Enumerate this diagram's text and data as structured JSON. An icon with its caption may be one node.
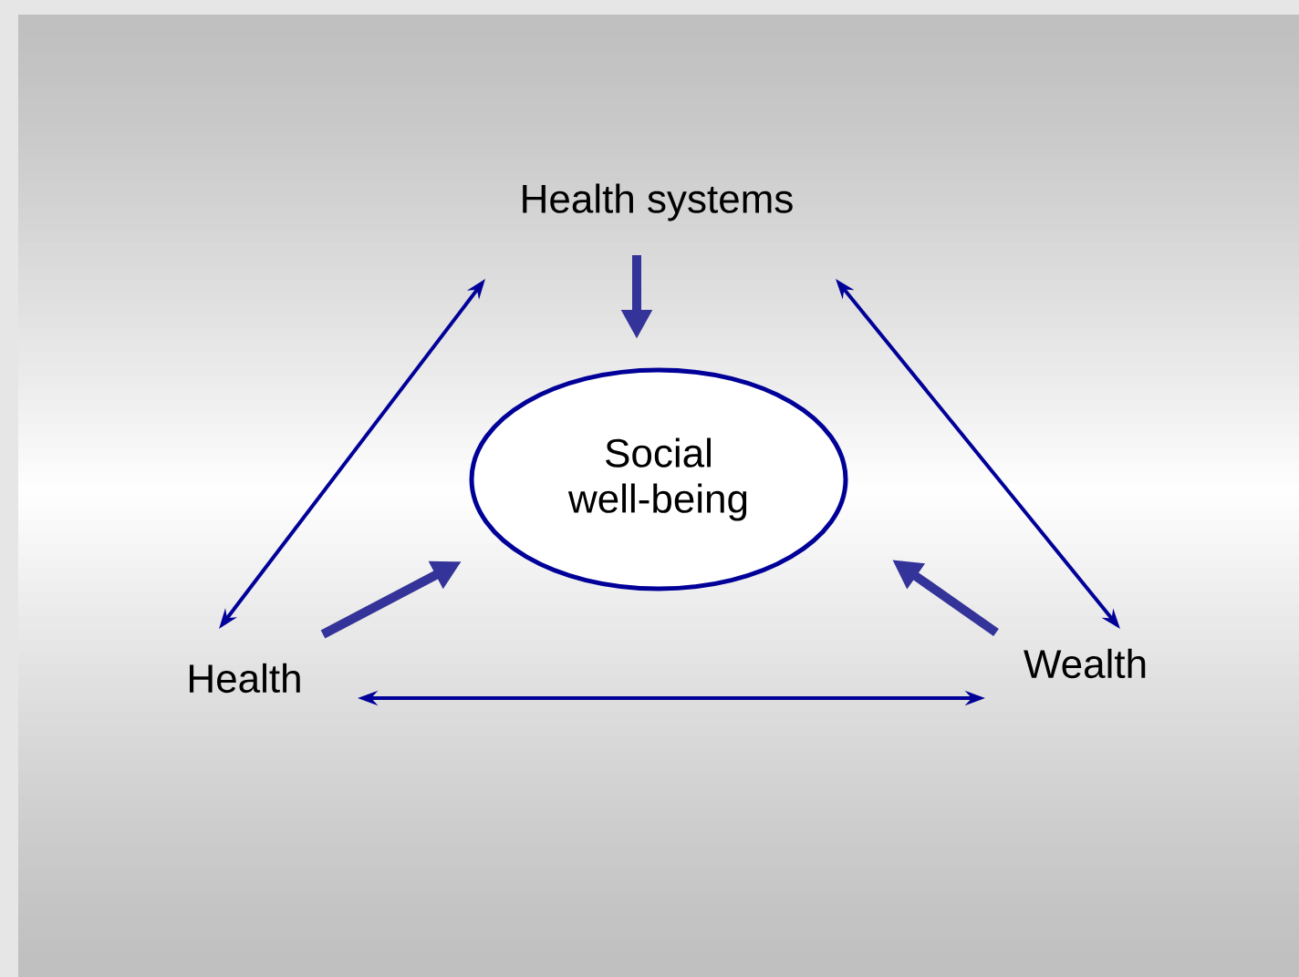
{
  "diagram": {
    "nodes": [
      {
        "text": [
          "Health systems"
        ]
      },
      {
        "text": [
          "Social well-being"
        ]
      },
      {
        "text": [
          "Health"
        ]
      },
      {
        "text": [
          "Wealth"
        ]
      }
    ],
    "edges": [
      {
        "from": 0,
        "to": 1,
        "arrow": "to",
        "style": "thick",
        "color": "#333399"
      },
      {
        "from": 2,
        "to": 1,
        "arrow": "to",
        "style": "thick",
        "color": "#333399"
      },
      {
        "from": 3,
        "to": 1,
        "arrow": "to",
        "style": "thick",
        "color": "#333399"
      },
      {
        "from": 2,
        "to": 0,
        "arrow": "both"
      },
      {
        "from": 0,
        "to": 3,
        "arrow": "both"
      },
      {
        "from": 2,
        "to": 3,
        "arrow": "both"
      }
    ]
  }
}
